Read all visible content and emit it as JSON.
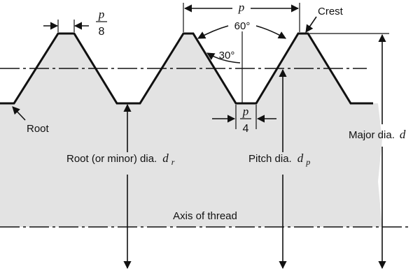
{
  "labels": {
    "crest": "Crest",
    "root": "Root",
    "pitch_symbol": "p",
    "angle_60": "60°",
    "angle_30": "30°",
    "p8_num": "p",
    "p8_den": "8",
    "p4_num": "p",
    "p4_den": "4",
    "root_dia_text": "Root (or minor) dia.",
    "root_dia_var": "d",
    "root_dia_sub": "r",
    "pitch_dia_text": "Pitch dia.",
    "pitch_dia_var": "d",
    "pitch_dia_sub": "p",
    "major_dia_text": "Major dia.",
    "major_dia_var": "d",
    "axis_text": "Axis of thread"
  },
  "colors": {
    "fill": "#e3e3e3",
    "stroke": "#111111"
  }
}
